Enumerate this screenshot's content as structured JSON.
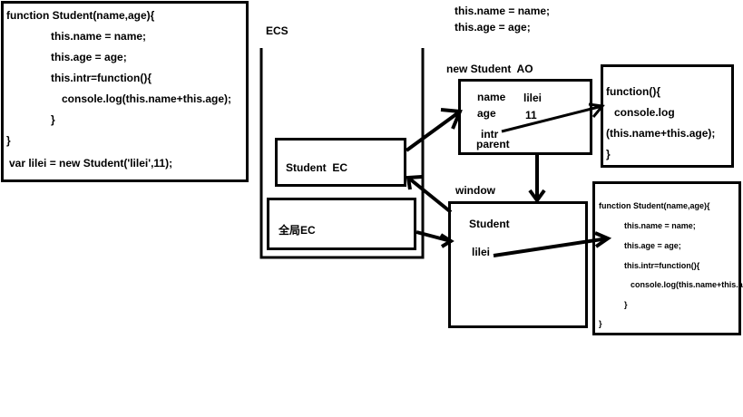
{
  "code_box": {
    "lines": [
      "function Student(name,age){",
      "this.name = name;",
      "this.age = age;",
      "this.intr=function(){",
      "console.log(this.name+this.age);",
      "}",
      "}",
      "var lilei = new Student('lilei',11);"
    ]
  },
  "ecs": {
    "label": "ECS",
    "student_ec": "Student  EC",
    "global_ec": "全局EC"
  },
  "top_note": {
    "line1": "this.name = name;",
    "line2": "this.age = age;"
  },
  "ao": {
    "title": "new Student  AO",
    "name_key": "name",
    "name_val": "lilei",
    "age_key": "age",
    "age_val": "11",
    "intr_key": "intr",
    "parent_key": "parent"
  },
  "func_box": {
    "line1": "function(){",
    "line2": "console.log",
    "line3": "(this.name+this.age);",
    "line4": "}"
  },
  "window_box": {
    "label": "window",
    "student": "Student",
    "lilei": "lilei"
  },
  "small_code": {
    "lines": [
      "function Student(name,age){",
      "this.name = name;",
      "this.age = age;",
      "this.intr=function(){",
      "console.log(this.name+this.age);",
      "}",
      "}"
    ]
  }
}
